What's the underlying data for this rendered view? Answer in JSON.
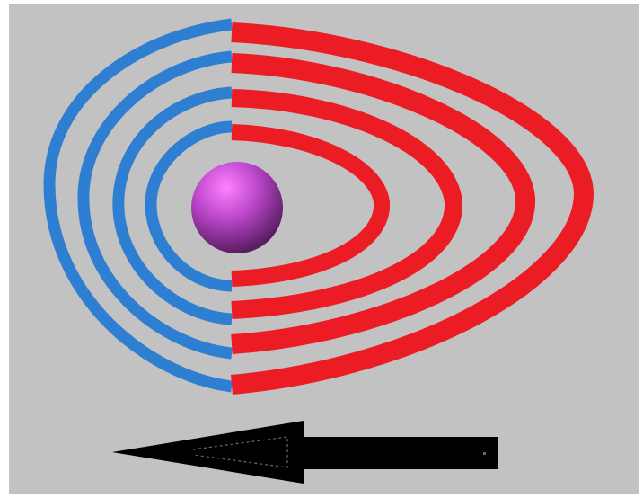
{
  "diagram": {
    "colors": {
      "background": "#c2c2c2",
      "border": "#ffffff",
      "back_waves": "#2e7fd1",
      "front_waves": "#ec1c24",
      "source_highlight": "#ff80ff",
      "source_mid": "#b845c8",
      "source_shadow": "#5a1d62",
      "arrow": "#000000"
    },
    "source": {
      "shape": "sphere"
    },
    "wavefronts": {
      "count": 4
    },
    "arrow": {
      "direction": "left",
      "icon": "left-arrow-icon"
    }
  }
}
